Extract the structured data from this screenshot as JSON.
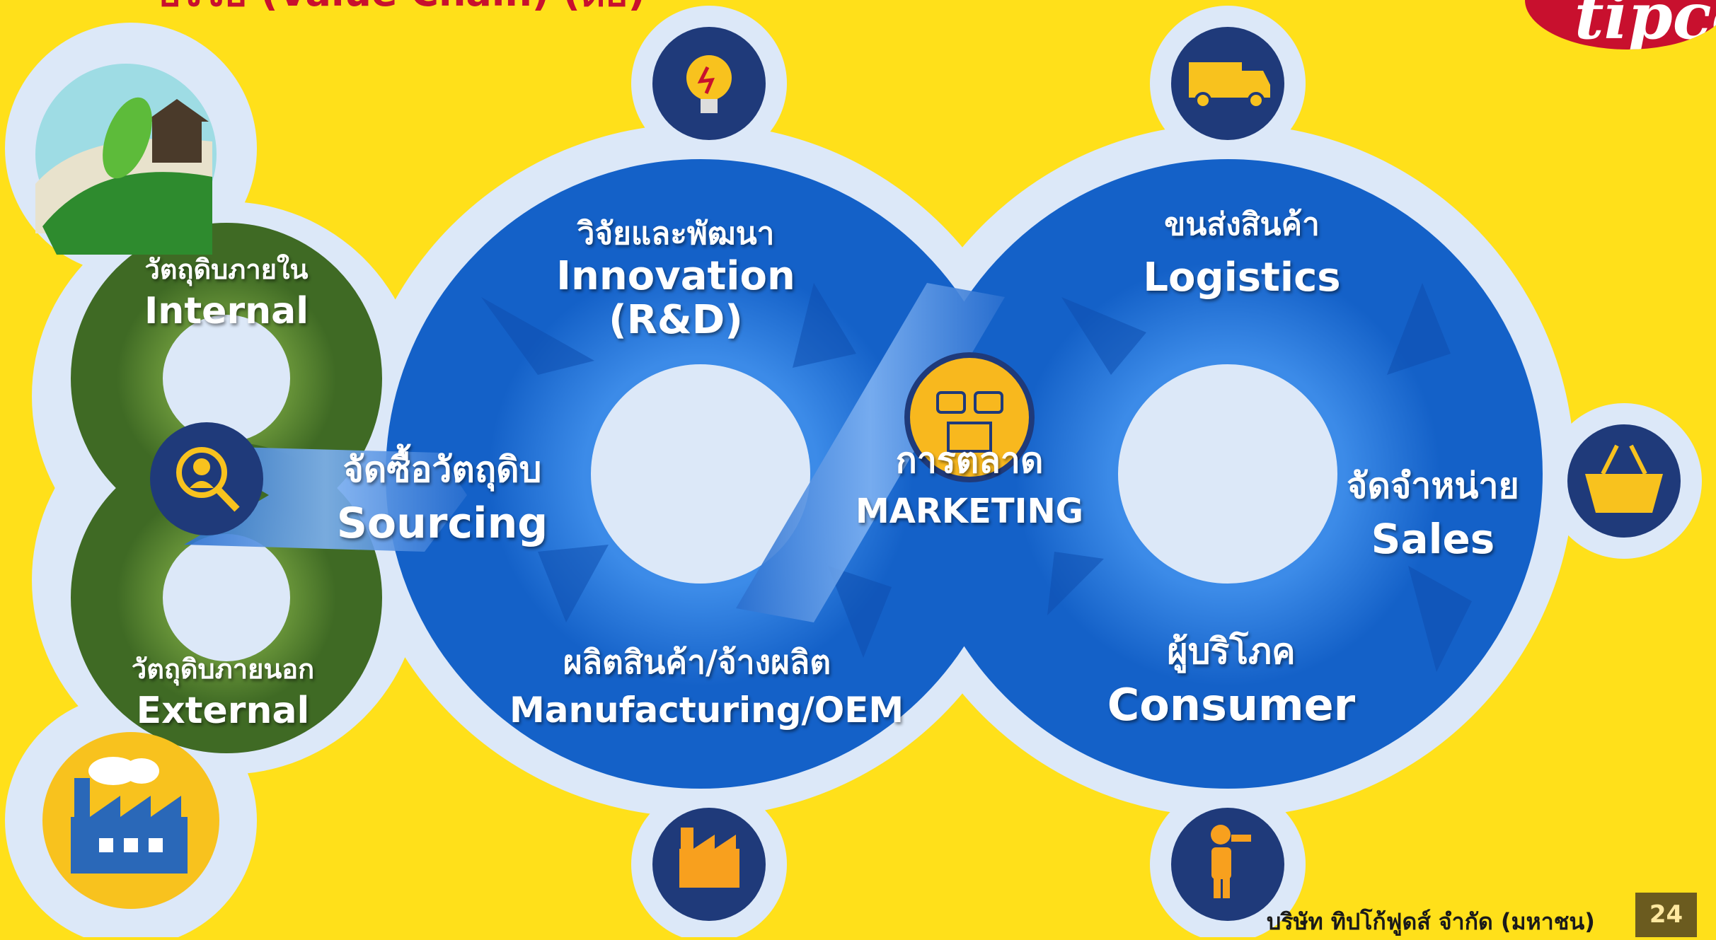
{
  "header": {
    "title_partial": "ปัจจัย (Value Chain) (ต่อ)"
  },
  "logo": {
    "text": "tipco"
  },
  "nodes": {
    "internal": {
      "th": "วัตถุดิบภายใน",
      "en": "Internal"
    },
    "external": {
      "th": "วัตถุดิบภายนอก",
      "en": "External"
    },
    "sourcing": {
      "th": "จัดซื้อวัตถุดิบ",
      "en": "Sourcing"
    },
    "innovation": {
      "th": "วิจัยและพัฒนา",
      "en_line1": "Innovation",
      "en_line2": "(R&D)"
    },
    "manufacturing": {
      "th": "ผลิตสินค้า/จ้างผลิต",
      "en": "Manufacturing/OEM"
    },
    "marketing": {
      "th": "การตลาด",
      "en": "MARKETING"
    },
    "logistics": {
      "th": "ขนส่งสินค้า",
      "en": "Logistics"
    },
    "sales": {
      "th": "จัดจำหน่าย",
      "en": "Sales"
    },
    "consumer": {
      "th": "ผู้บริโภค",
      "en": "Consumer"
    }
  },
  "icons": [
    "farm-icon",
    "factory-icon",
    "lightbulb-icon",
    "food-truck-icon",
    "shopping-basket-icon",
    "consumer-icon",
    "manufacturing-icon",
    "search-person-icon",
    "marketing-icon"
  ],
  "colors": {
    "background": "#FFE01A",
    "blue": "#1E6DD0",
    "dark_navy": "#1F3A7A",
    "green": "#4E7A2C",
    "halo": "#DCE8F8",
    "red": "#C8102E"
  },
  "footer": {
    "company": "บริษัท ทิปโก้ฟูดส์ จำกัด (มหาชน)",
    "page_number": "24"
  }
}
